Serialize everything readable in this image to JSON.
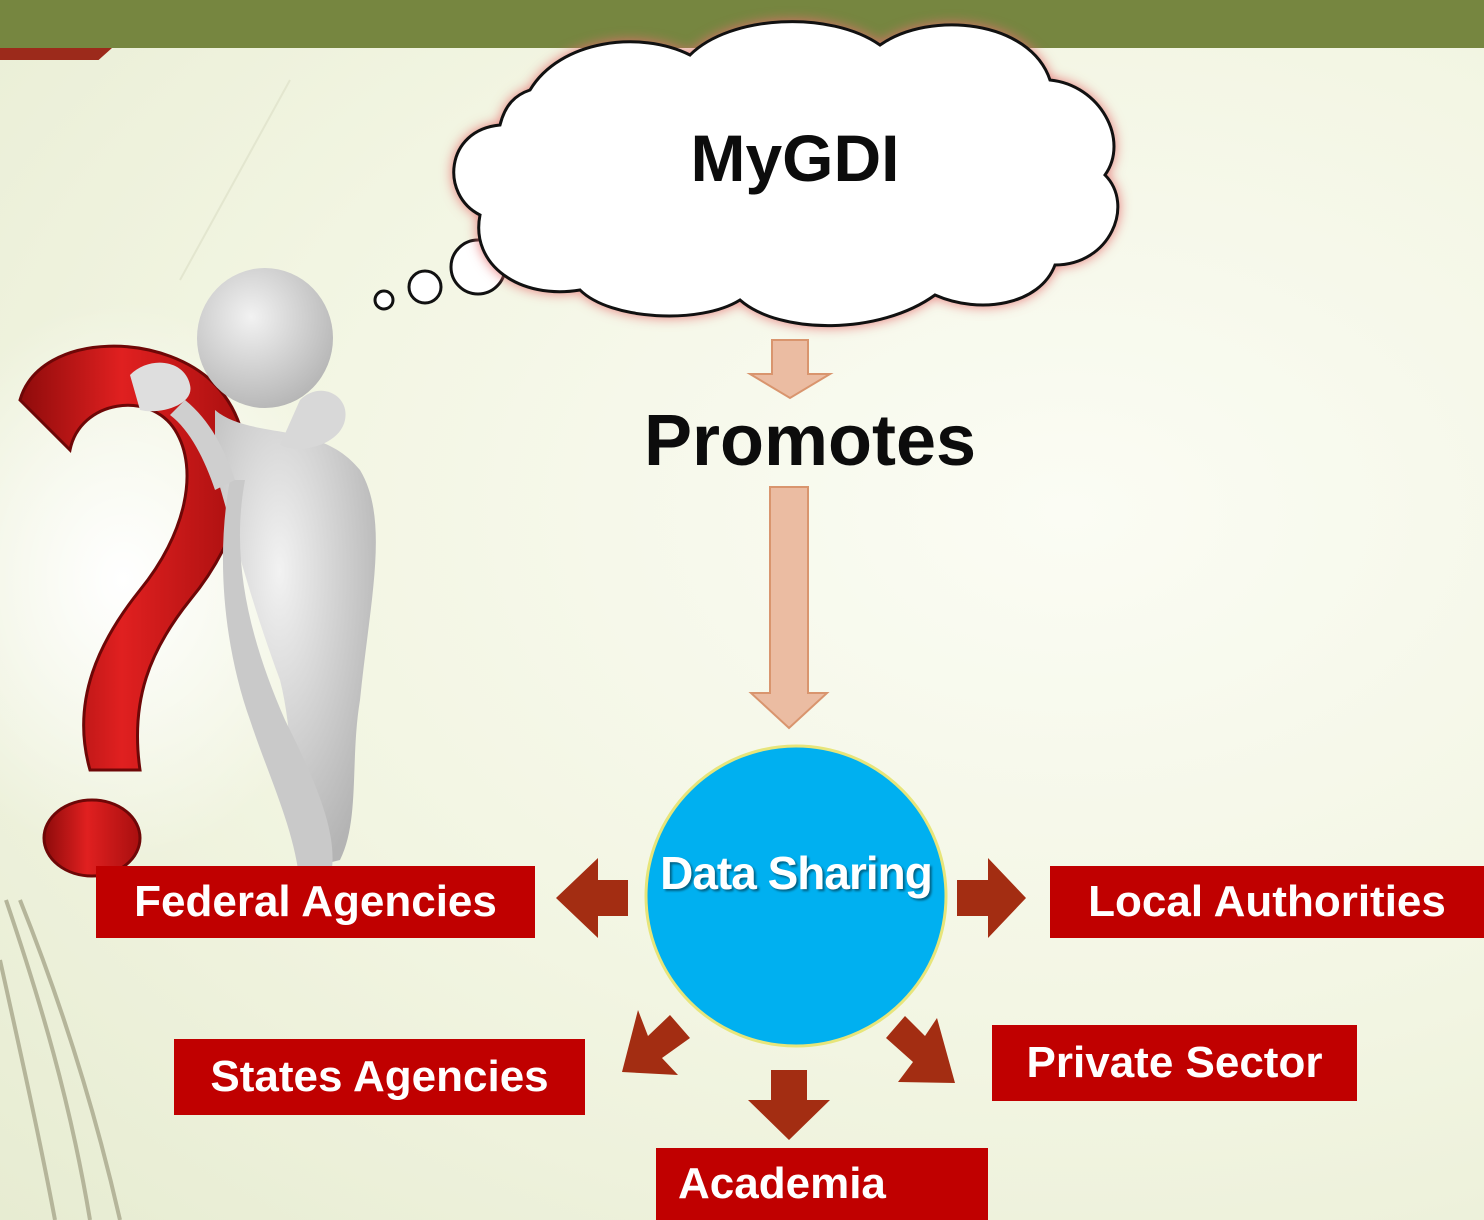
{
  "diagram": {
    "cloud_label": "MyGDI",
    "relation_label": "Promotes",
    "hub_label": "Data Sharing",
    "stakeholders": [
      "Federal Agencies",
      "Local Authorities",
      "States Agencies",
      "Private Sector",
      "Academia"
    ]
  },
  "colors": {
    "top_bar": "#768640",
    "hub": "#00b0f0",
    "box": "#c00000",
    "arrow_down": "#ebbca2",
    "arrow_red": "#a32d12"
  }
}
